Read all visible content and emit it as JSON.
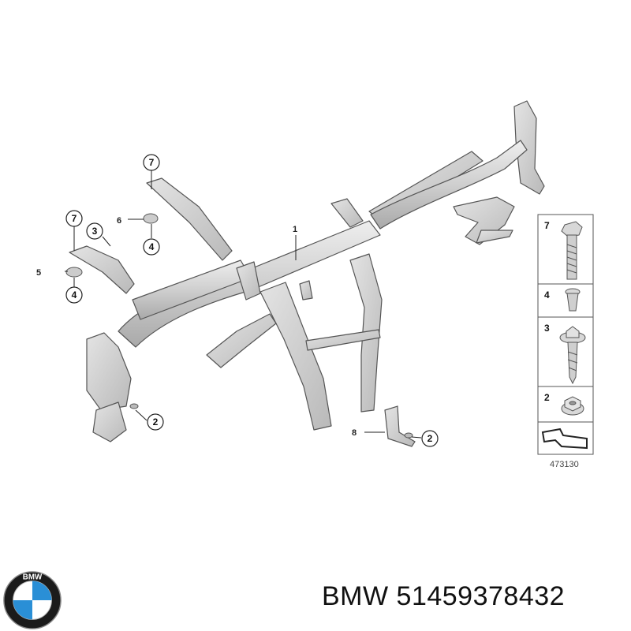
{
  "diagram": {
    "callouts": {
      "c1": "1",
      "c2a": "2",
      "c2b": "2",
      "c3": "3",
      "c4a": "4",
      "c4b": "4",
      "c5": "5",
      "c6": "6",
      "c7a": "7",
      "c7b": "7",
      "c8": "8"
    },
    "legend": [
      {
        "number": "7",
        "icon": "bolt-icon"
      },
      {
        "number": "4",
        "icon": "expanding-rivet-icon"
      },
      {
        "number": "3",
        "icon": "flange-screw-icon"
      },
      {
        "number": "2",
        "icon": "hex-nut-icon"
      },
      {
        "number": "",
        "icon": "bracket-outline-icon"
      }
    ],
    "diagram_id": "473130"
  },
  "footer": {
    "brand": "BMW",
    "part_number": "51459378432",
    "logo_letters": "BMW"
  },
  "colors": {
    "part_gray": "#d6d6d6",
    "outline": "#555555",
    "logo_blue": "#2a8fd6",
    "logo_ring": "#1b1b1b"
  }
}
